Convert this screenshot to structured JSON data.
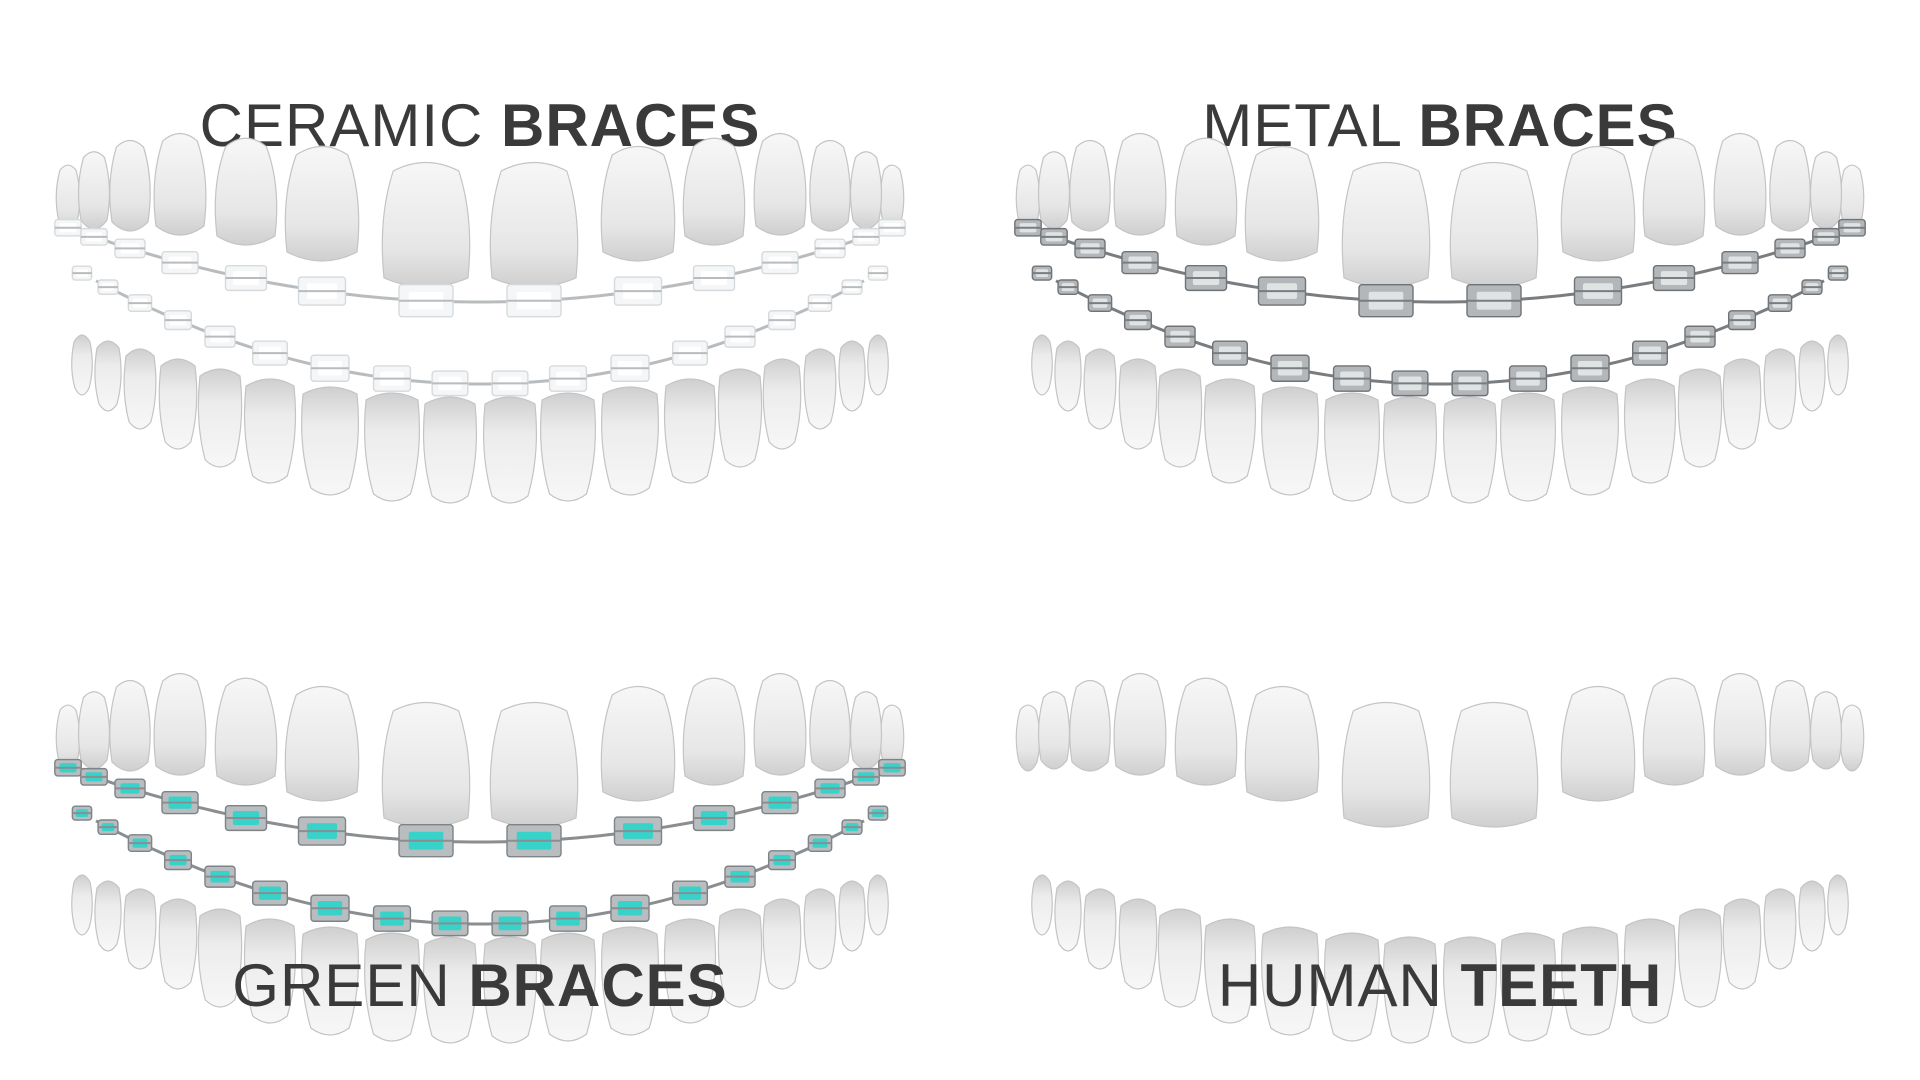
{
  "panels": [
    {
      "id": "ceramic",
      "title_light": "CERAMIC",
      "title_bold": "BRACES",
      "bracket_fill": "#f4f6f7",
      "bracket_stroke": "#d6dadc",
      "bracket_inner": "#ffffff",
      "wire_color": "#b9bcbe"
    },
    {
      "id": "metal",
      "title_light": "METAL",
      "title_bold": "BRACES",
      "bracket_fill": "#b4b7ba",
      "bracket_stroke": "#6f7376",
      "bracket_inner": "#e3e5e6",
      "wire_color": "#7a7d80"
    },
    {
      "id": "green",
      "title_light": "GREEN",
      "title_bold": "BRACES",
      "bracket_fill": "#b9bdc0",
      "bracket_stroke": "#7d8386",
      "bracket_inner": "#2fd3c9",
      "wire_color": "#8a8e91"
    },
    {
      "id": "human",
      "title_light": "HUMAN",
      "title_bold": "TEETH"
    }
  ],
  "colors": {
    "title_text": "#3a3a3a",
    "tooth_fill_light": "#f7f7f7",
    "tooth_fill_dark": "#cfcfcf",
    "tooth_stroke": "#c4c4c4",
    "background": "#ffffff"
  }
}
